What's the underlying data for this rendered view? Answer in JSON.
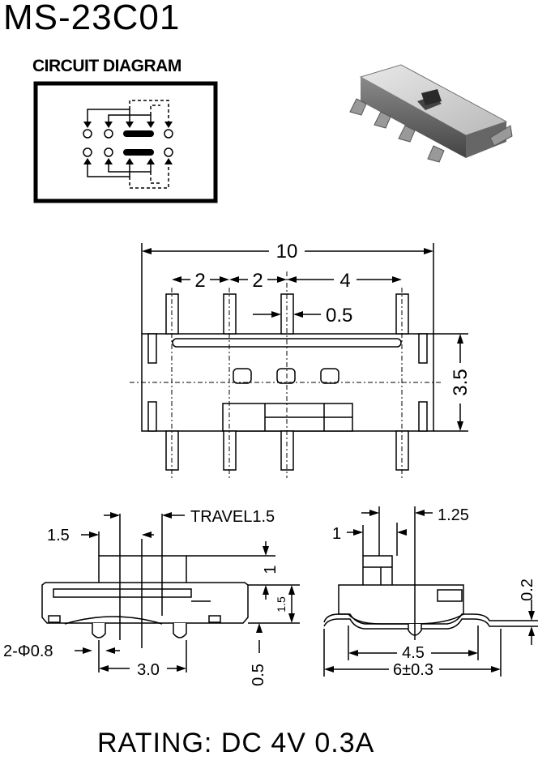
{
  "title": "MS-23C01",
  "circuit_diagram": {
    "label": "CIRCUIT DIAGRAM"
  },
  "top_view": {
    "dims": {
      "overall": "10",
      "pitch_1": "2",
      "pitch_2": "2",
      "pitch_3": "4",
      "pin_width": "0.5",
      "height": "3.5"
    }
  },
  "side_view": {
    "dims": {
      "actuator": "1.5",
      "travel": "TRAVEL1.5",
      "actuator_height": "1",
      "body_height": "1.5",
      "peg": "2-Φ0.8",
      "peg_pitch": "3.0",
      "peg_length": "0.5"
    }
  },
  "end_view": {
    "dims": {
      "actuator_width": "1",
      "offset": "1.25",
      "terminal_thickness": "0.2",
      "body_width": "4.5",
      "overall_width": "6±0.3"
    }
  },
  "rating": "RATING: DC  4V 0.3A"
}
